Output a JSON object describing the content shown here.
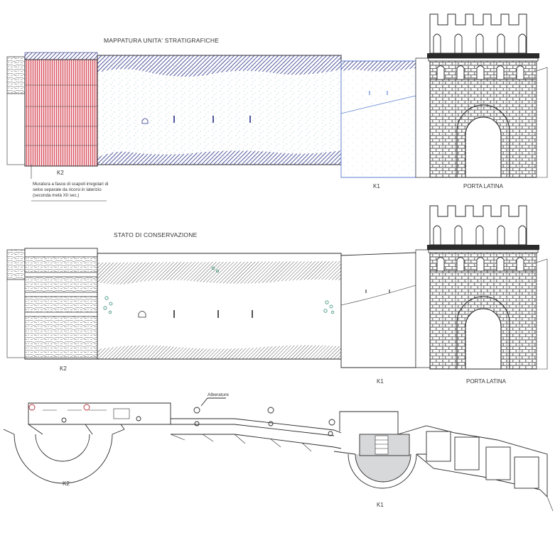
{
  "elevation_top": {
    "title": "MAPPATURA UNITA' STRATIGRAFICHE",
    "label_k2": "K2",
    "label_k1": "K1",
    "label_gate": "PORTA LATINA",
    "note_lines": [
      "Muratura a fasce di scapoli irregolari di",
      "selce separate da ricorsi in laterizio",
      "(seconda metà XII sec.)"
    ]
  },
  "elevation_bottom": {
    "title": "STATO DI CONSERVAZIONE",
    "label_k2": "K2",
    "label_k1": "K1",
    "label_gate": "PORTA LATINA"
  },
  "plan": {
    "legend_label": "Alberature",
    "label_k2": "K2",
    "label_k1": "K1"
  },
  "colors": {
    "line": "#2a2a2a",
    "hatch_blue": "#2a2f86",
    "k2_red": "#d0323c",
    "k2_fill": "#f3c1c8",
    "wall_stipple": "#7fb7bf",
    "k1_blue": "#5a7fd0",
    "stair_fill": "#d6d8da"
  }
}
